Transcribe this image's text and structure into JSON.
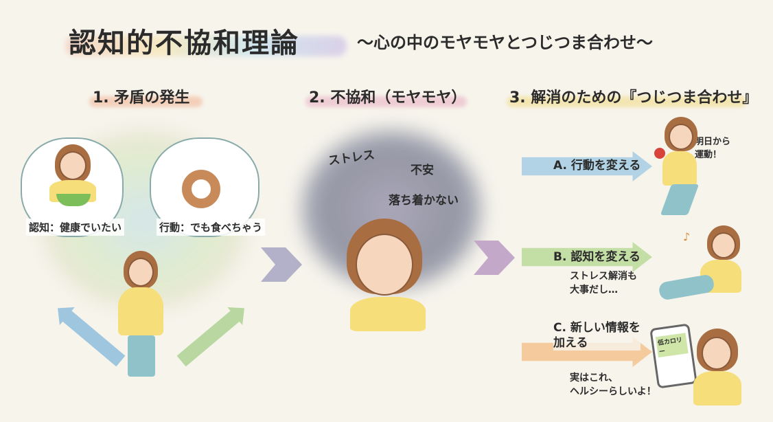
{
  "title": "認知的不協和理論",
  "subtitle": "〜心の中のモヤモヤとつじつま合わせ〜",
  "sections": [
    {
      "heading": "1. 矛盾の発生",
      "cognition": "認知：健康でいたい",
      "action": "行動：でも食べちゃう"
    },
    {
      "heading": "2. 不協和（モヤモヤ）",
      "words": [
        "ストレス",
        "不安",
        "落ち着かない"
      ]
    },
    {
      "heading": "3. 解消のための『つじつま合わせ』",
      "options": [
        {
          "label": "A. 行動を変える",
          "speech": "明日から\n運動！"
        },
        {
          "label": "B. 認知を変える",
          "note": "ストレス解消も\n大事だし…"
        },
        {
          "label": "C. 新しい情報を\n加える",
          "note": "実はこれ、\nヘルシーらしいよ！",
          "phone_text": "低カロリー"
        }
      ]
    }
  ],
  "colors": {
    "blue": "#8cc8e6",
    "green": "#a9d68a",
    "orange": "#f3b57a",
    "smoke": "#6d6f86"
  }
}
